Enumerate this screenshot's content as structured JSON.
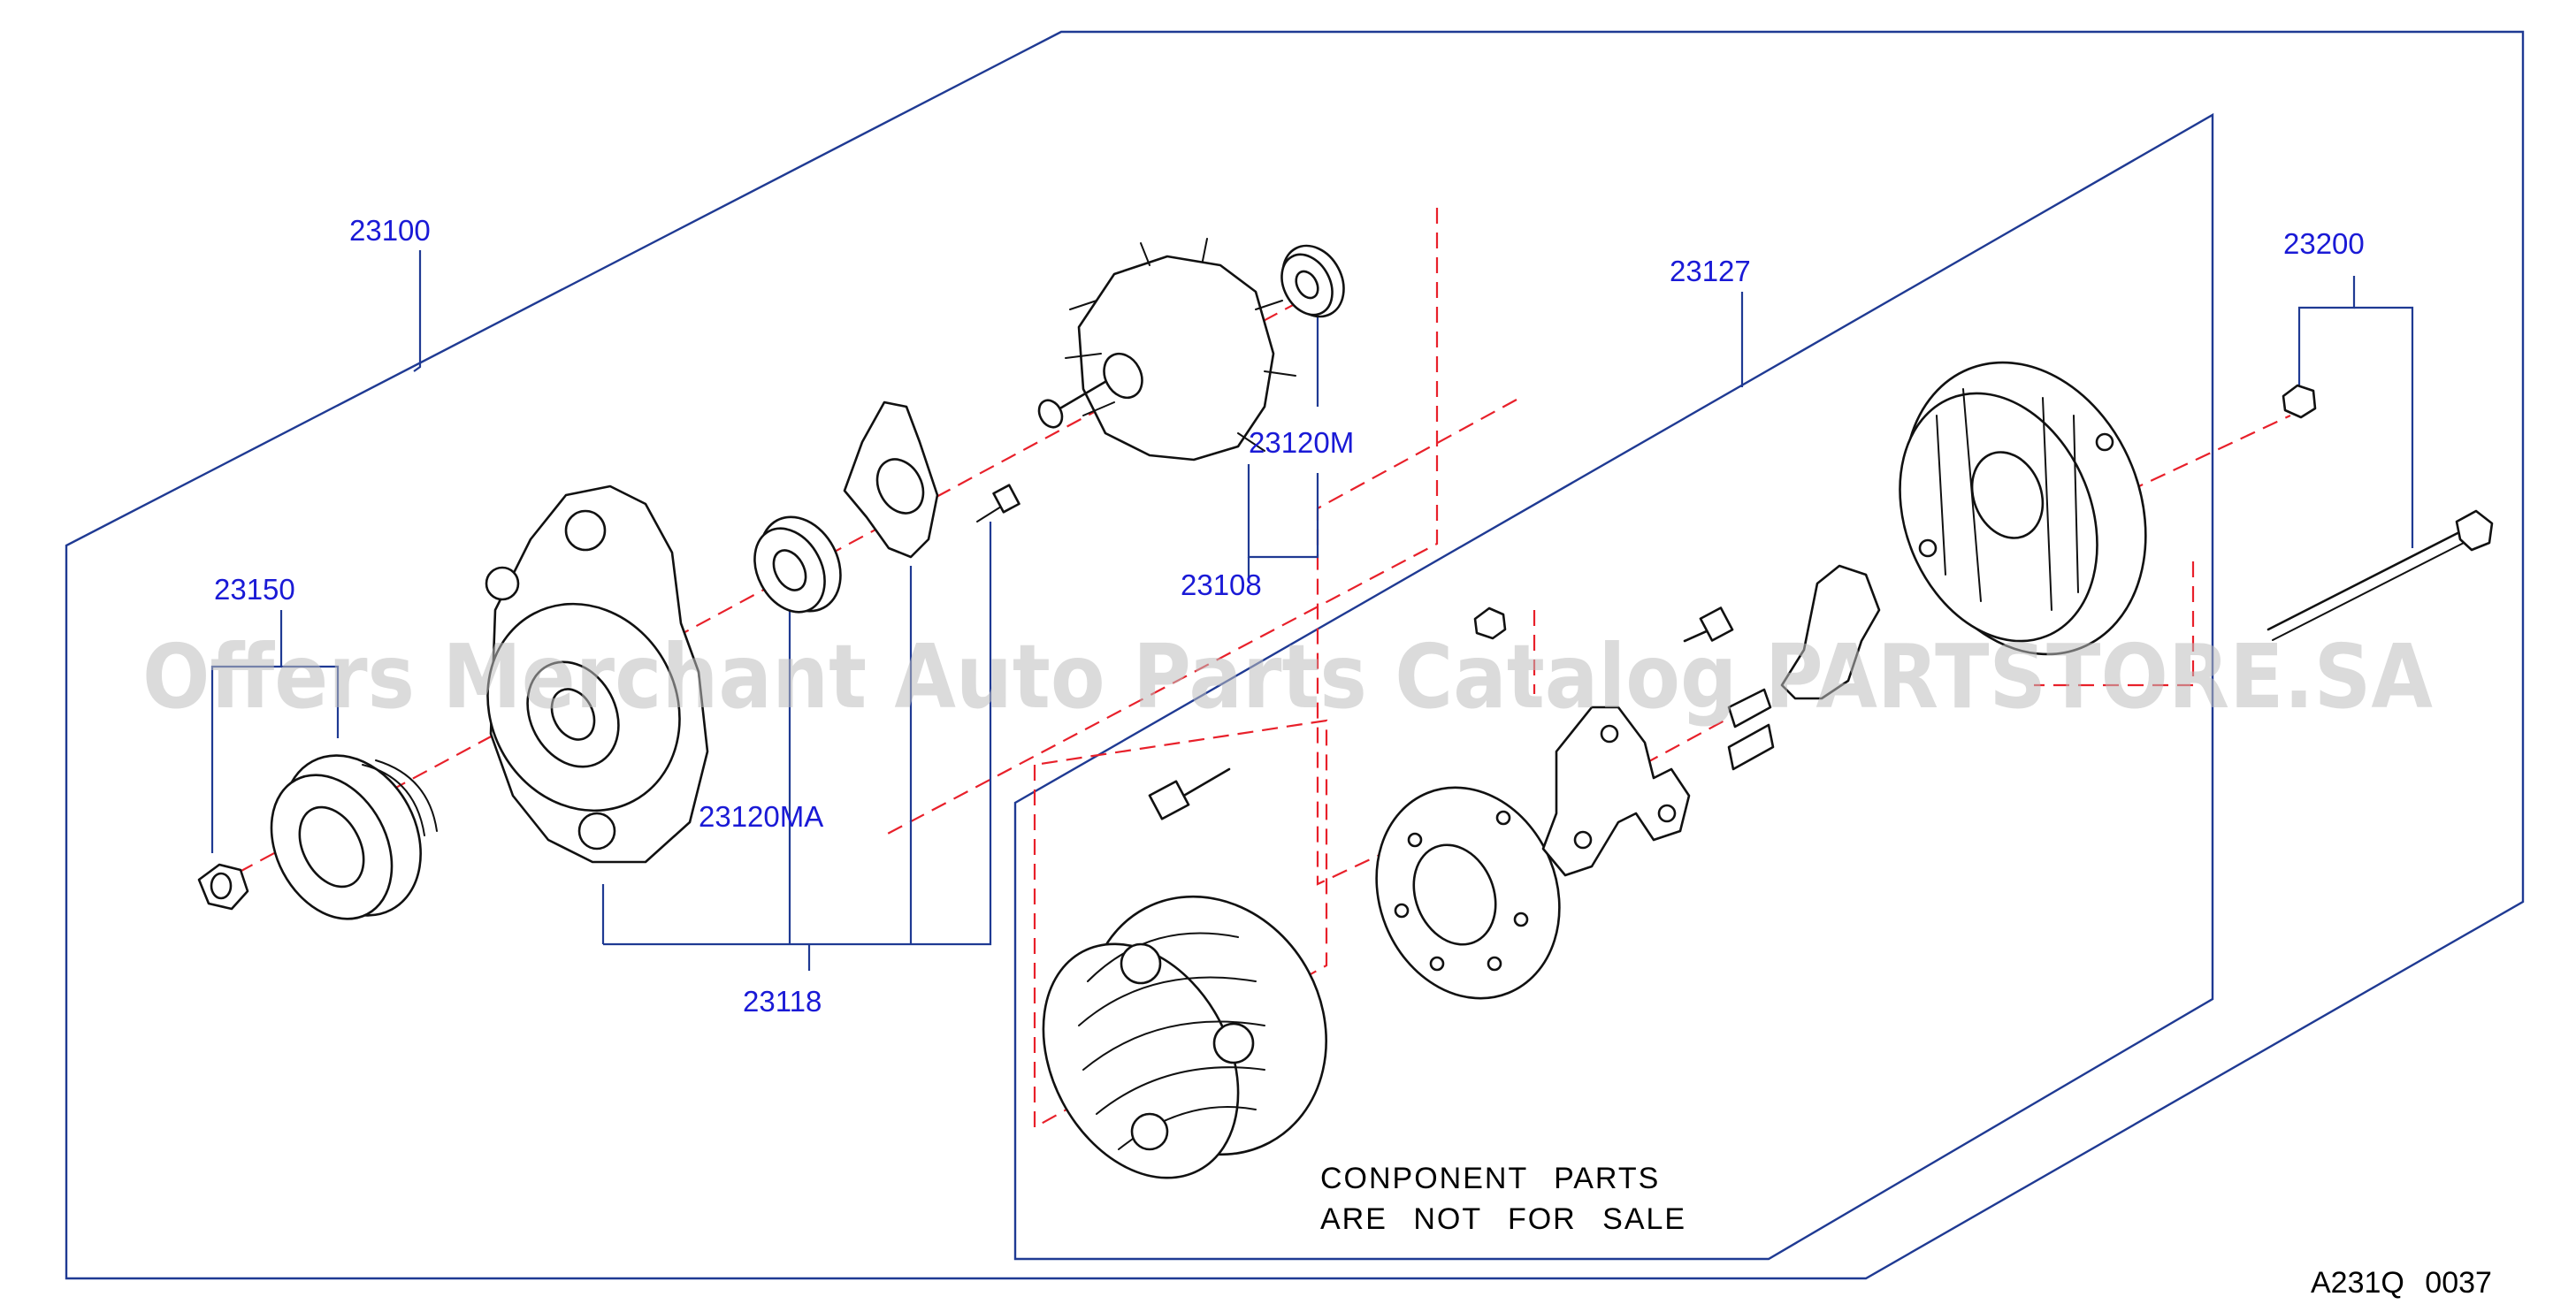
{
  "part_numbers": {
    "assembly": "23100",
    "pulley_nut": "23150",
    "rotor": "23108",
    "rear_bearing": "23120M",
    "front_bearing": "23120MA",
    "front_cover_set": "23118",
    "rear_cover_set": "23127",
    "through_bolt_set": "23200"
  },
  "note": {
    "line1": "CONPONENT PARTS",
    "line2": "ARE NOT FOR SALE"
  },
  "diagram_code": "A231Q 0037",
  "watermark": "Offers Merchant Auto Parts Catalog PARTSTORE.SA",
  "colors": {
    "frame": "#1f3a93",
    "label": "#1a1ad6",
    "centerline": "#e8202a",
    "outline": "#111111"
  }
}
